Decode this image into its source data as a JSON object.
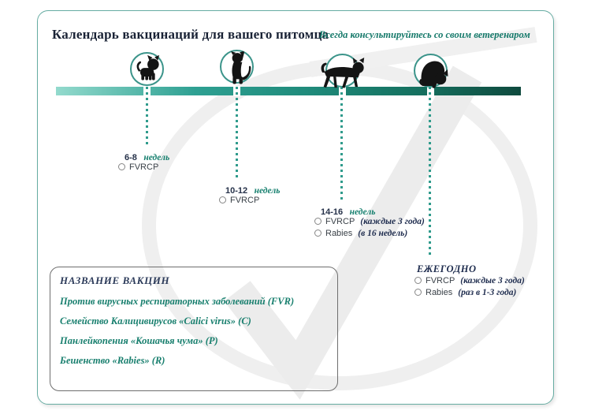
{
  "header": {
    "title": "Календарь вакцинаций для вашего питомца",
    "disclaimer": "Всегда консультируйтесь со своим ветеренаром"
  },
  "timeline": {
    "milestones": [
      {
        "age": "6-8",
        "age_unit": "недель",
        "icon": "kitten-icon",
        "vaccines": [
          {
            "name": "FVRCP",
            "note": ""
          }
        ]
      },
      {
        "age": "10-12",
        "age_unit": "недель",
        "icon": "stretching-cat-icon",
        "vaccines": [
          {
            "name": "FVRCP",
            "note": ""
          }
        ]
      },
      {
        "age": "14-16",
        "age_unit": "недель",
        "icon": "walking-cat-icon",
        "vaccines": [
          {
            "name": "FVRCP",
            "note": "(каждые 3 года)"
          },
          {
            "name": "Rabies",
            "note": "(в 16 недель)"
          }
        ]
      },
      {
        "age": "ЕЖЕГОДНО",
        "age_unit": "",
        "icon": "grooming-cat-icon",
        "vaccines": [
          {
            "name": "FVRCP",
            "note": "(каждые 3 года)"
          },
          {
            "name": "Rabies",
            "note": "(раз в 1-3 года)"
          }
        ]
      }
    ]
  },
  "legend": {
    "heading": "НАЗВАНИЕ ВАКЦИН",
    "items": [
      "Против вирусных респираторных заболеваний (FVR)",
      "Семейство Калицивирусов «Calici virus» (C)",
      "Панлейкопения «Кошачья чума» (P)",
      "Бешенство «Rabies» (R)"
    ]
  },
  "colors": {
    "accent_teal": "#17806f",
    "dark_navy": "#1e2c4e",
    "bar_gradient_start": "#93dacd",
    "bar_gradient_end": "#0f4a3e",
    "dot_teal": "#2f9b8c",
    "circle_stroke": "#3b948a",
    "watermark_gray": "#ececec"
  }
}
